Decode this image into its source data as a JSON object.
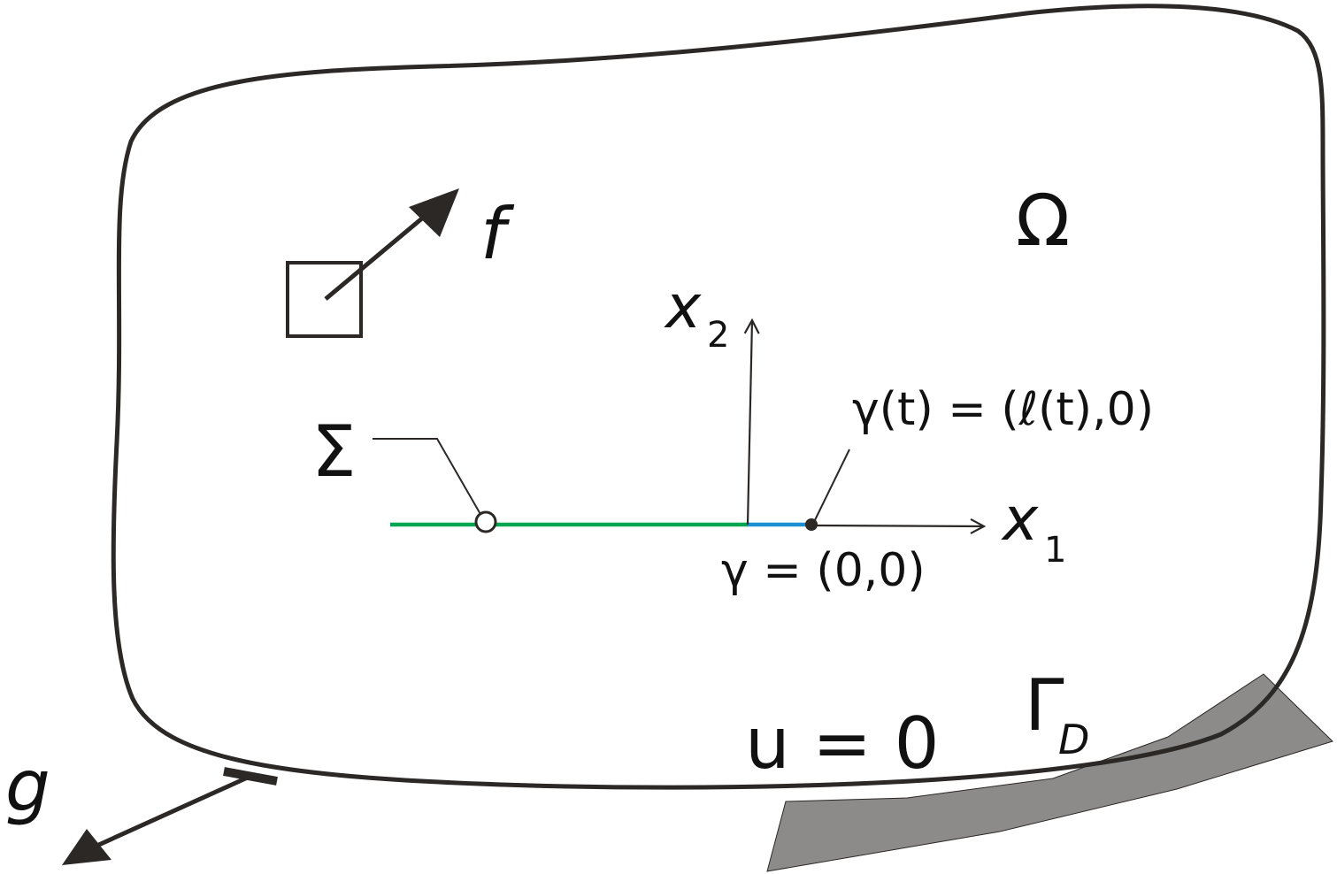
{
  "diagram": {
    "domain_label": "Ω",
    "force_label": "f",
    "boundary_force_label": "g",
    "crack_label": "Σ",
    "axis_x1": {
      "symbol": "x",
      "subscript": "1"
    },
    "axis_x2": {
      "symbol": "x",
      "subscript": "2"
    },
    "tip_origin_label": "γ = (0,0)",
    "tip_moving_label": "γ(t) = (ℓ(t),0)",
    "dirichlet_condition": "u = 0",
    "dirichlet_boundary": {
      "symbol": "Γ",
      "subscript": "D"
    }
  },
  "colors": {
    "outline": "#2b2826",
    "crack": "#00a651",
    "crack_extension": "#1b8fd2",
    "support_fill": "#8c8b89",
    "text": "#111111"
  }
}
